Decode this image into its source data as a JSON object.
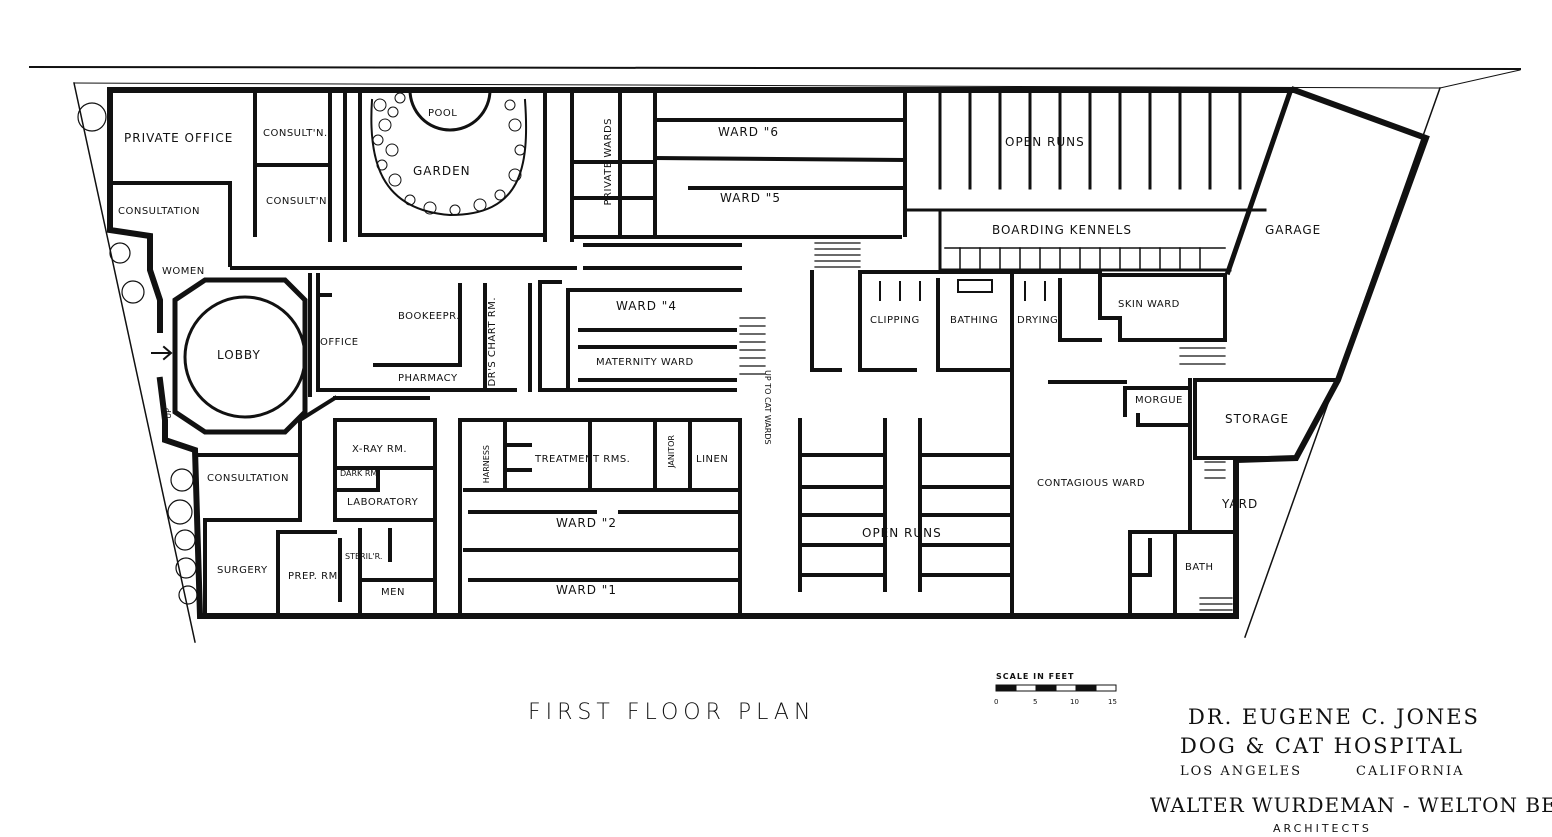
{
  "drawing": {
    "plan_title": "FIRST FLOOR PLAN",
    "title_block": {
      "client": "DR. EUGENE C. JONES",
      "project": "DOG & CAT HOSPITAL",
      "city": "LOS ANGELES",
      "state": "CALIFORNIA",
      "architects": "WALTER WURDEMAN - WELTON BECKET",
      "role": "ARCHITECTS"
    },
    "scale": {
      "label": "SCALE IN FEET",
      "ticks": [
        "0",
        "5",
        "10",
        "15"
      ]
    }
  },
  "rooms": {
    "private_office": "PRIVATE OFFICE",
    "consultn_1": "CONSULT'N.",
    "consultn_2": "CONSULT'N.",
    "pool": "POOL",
    "garden": "GARDEN",
    "private_wards": "PRIVATE WARDS",
    "ward_6": "WARD \"6",
    "ward_5": "WARD \"5",
    "open_runs_top": "OPEN RUNS",
    "boarding_kennels": "BOARDING KENNELS",
    "garage": "GARAGE",
    "consultation_top": "CONSULTATION",
    "women": "WOMEN",
    "lobby": "LOBBY",
    "office": "OFFICE",
    "bookeepr": "BOOKEEPR.",
    "pharmacy": "PHARMACY",
    "drs_chart_rm": "DR'S CHART RM.",
    "ward_4": "WARD \"4",
    "maternity_ward": "MATERNITY WARD",
    "up_to_cat_wards": "UP TO CAT WARDS",
    "clipping": "CLIPPING",
    "bathing": "BATHING",
    "drying": "DRYING",
    "skin_ward": "SKIN WARD",
    "morgue": "MORGUE",
    "storage": "STORAGE",
    "up": "UP",
    "consultation_bottom": "CONSULTATION",
    "xray_rm": "X-RAY RM.",
    "dark_rm": "DARK RM.",
    "laboratory": "LABORATORY",
    "harness": "HARNESS",
    "treatment_rms": "TREATMENT RMS.",
    "janitor": "JANITOR",
    "linen": "LINEN",
    "ward_2": "WARD \"2",
    "ward_1": "WARD \"1",
    "open_runs_bottom": "OPEN RUNS",
    "contagious_ward": "CONTAGIOUS WARD",
    "yard": "YARD",
    "bath": "BATH",
    "surgery": "SURGERY",
    "prep_rm": "PREP. RM.",
    "sterilr": "STERIL'R.",
    "men": "MEN"
  }
}
